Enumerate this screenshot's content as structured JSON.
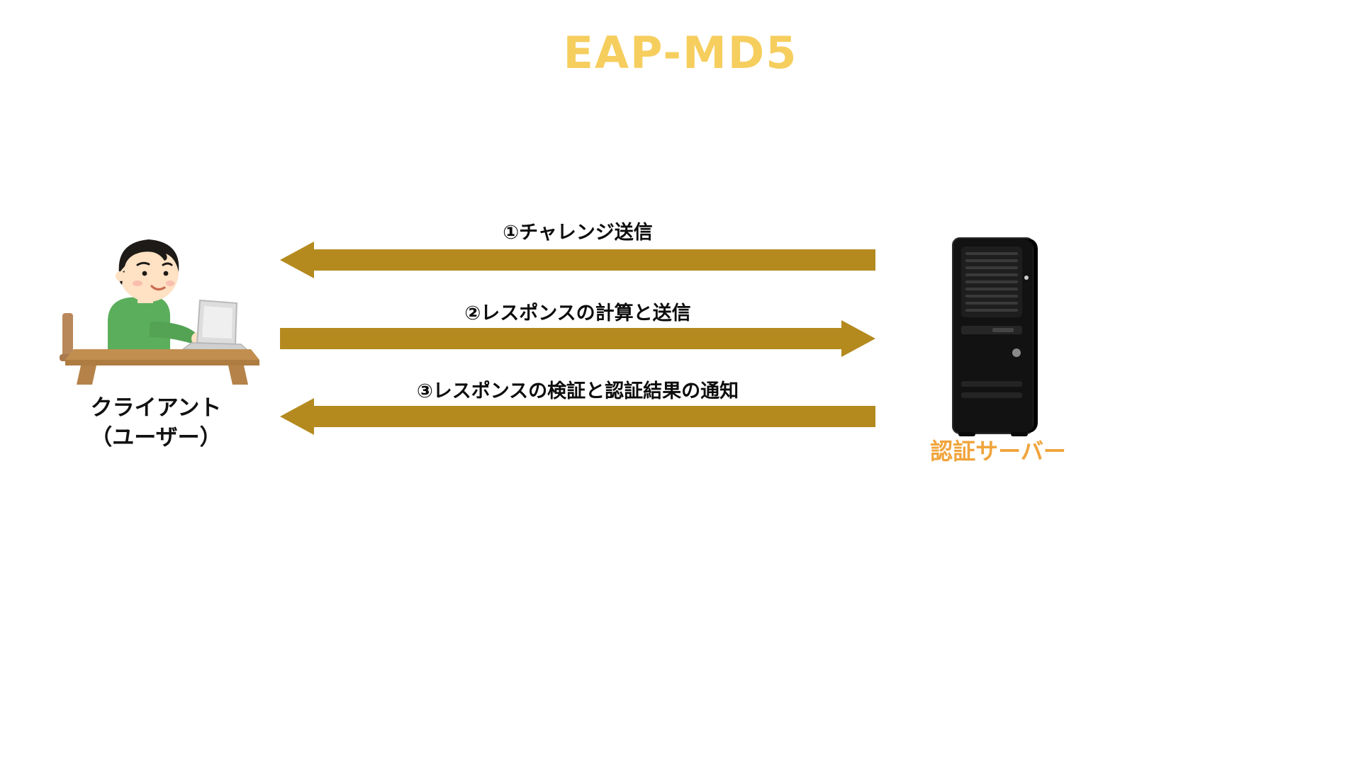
{
  "title": "EAP-MD5",
  "colors": {
    "title_gold": "#F6CE5E",
    "arrow_gold": "#B48A1F",
    "server_gold": "#F0A43C"
  },
  "client": {
    "label_line1": "クライアント",
    "label_line2": "（ユーザー）",
    "illustration": "person-at-laptop"
  },
  "server": {
    "label": "認証サーバー",
    "illustration": "server-tower"
  },
  "arrows": [
    {
      "label": "①チャレンジ送信",
      "direction": "left",
      "from": "server",
      "to": "client"
    },
    {
      "label": "②レスポンスの計算と送信",
      "direction": "right",
      "from": "client",
      "to": "server"
    },
    {
      "label": "③レスポンスの検証と認証結果の通知",
      "direction": "left",
      "from": "server",
      "to": "client"
    }
  ]
}
